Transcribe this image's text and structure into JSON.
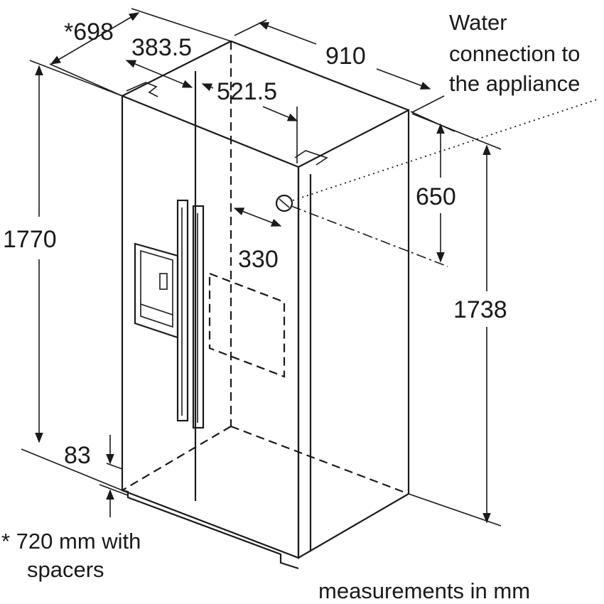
{
  "dimensions": {
    "depth_with_door": "*698",
    "door_offset": "383.5",
    "width": "910",
    "connection_offset": "521.5",
    "connection_from_side": "330",
    "connection_height_from_top": "650",
    "total_height": "1770",
    "cabinet_height": "1738",
    "plinth_height": "83"
  },
  "notes": {
    "water_connection_line1": "Water",
    "water_connection_line2": "connection to",
    "water_connection_line3": "the appliance",
    "spacers_line1": "* 720 mm with",
    "spacers_line2": "spacers",
    "units": "measurements in mm"
  }
}
